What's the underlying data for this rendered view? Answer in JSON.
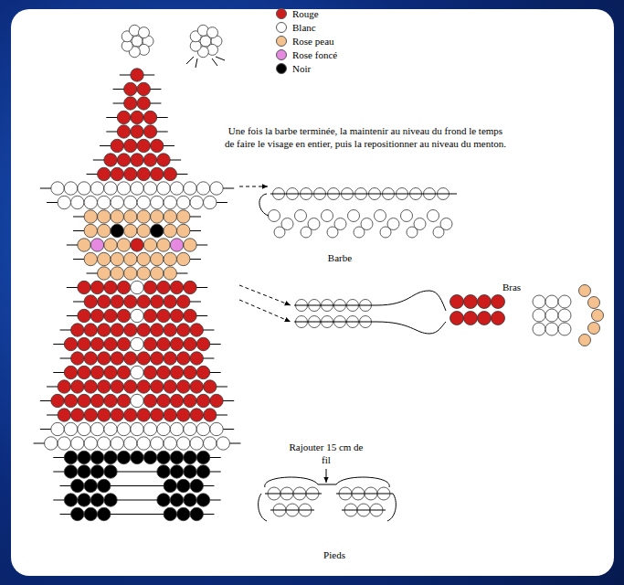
{
  "diagram": {
    "labels": [
      "Une fois la barbe terminée, la maintenir au niveau du frond le temps de faire le visage en entier, puis la repositionner au niveau du menton.",
      "Barbe",
      "Bras",
      "Rajouter 15 cm de fil",
      "Pieds"
    ],
    "legend": [
      {
        "text": "Rouge",
        "color": "#cc1c1c"
      },
      {
        "text": "Blanc",
        "color": "#ffffff"
      },
      {
        "text": "Rose peau",
        "color": "#f5c28f"
      },
      {
        "text": "Rose foncé",
        "color": "#e58ae0"
      },
      {
        "text": "Noir",
        "color": "#000000"
      }
    ]
  }
}
